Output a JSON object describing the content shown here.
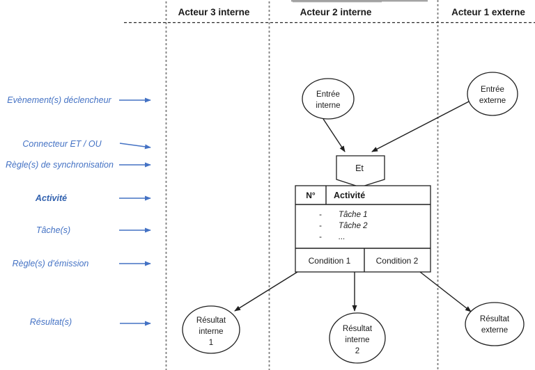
{
  "diagram_type": "process-notation-legend",
  "lanes": {
    "headers": [
      {
        "label": "Acteur 3 interne"
      },
      {
        "label": "Acteur 2 interne"
      },
      {
        "label": "Acteur 1 externe"
      }
    ]
  },
  "legend": {
    "items": [
      {
        "label": "Evènement(s) déclencheur"
      },
      {
        "label": "Connecteur ET / OU"
      },
      {
        "label": "Règle(s) de synchronisation"
      },
      {
        "label": "Activité"
      },
      {
        "label": "Tâche(s)"
      },
      {
        "label": "Règle(s) d’émission"
      },
      {
        "label": "Résultat(s)"
      }
    ]
  },
  "nodes": {
    "entree_interne": {
      "lines": [
        "Entrée",
        "interne"
      ]
    },
    "entree_externe": {
      "lines": [
        "Entrée",
        "externe"
      ]
    },
    "et_connector": {
      "label": "Et"
    },
    "activity": {
      "number_header": "N°",
      "title": "Activité",
      "tasks": [
        {
          "bullet": "-",
          "label": "Tâche 1"
        },
        {
          "bullet": "-",
          "label": "Tâche 2"
        },
        {
          "bullet": "-",
          "label": "..."
        }
      ],
      "conditions": [
        {
          "label": "Condition 1"
        },
        {
          "label": "Condition 2"
        }
      ]
    },
    "resultat_interne_1": {
      "lines": [
        "Résultat",
        "interne",
        "1"
      ]
    },
    "resultat_interne_2": {
      "lines": [
        "Résultat",
        "interne",
        "2"
      ]
    },
    "resultat_externe": {
      "lines": [
        "Résultat",
        "externe"
      ]
    }
  },
  "colors": {
    "legend_blue": "#4472C4",
    "legend_blue_bold": "#3060AE",
    "shape_stroke": "#1f1f1f",
    "lane_dash_gray": "#7f7f7f",
    "background": "#ffffff"
  }
}
